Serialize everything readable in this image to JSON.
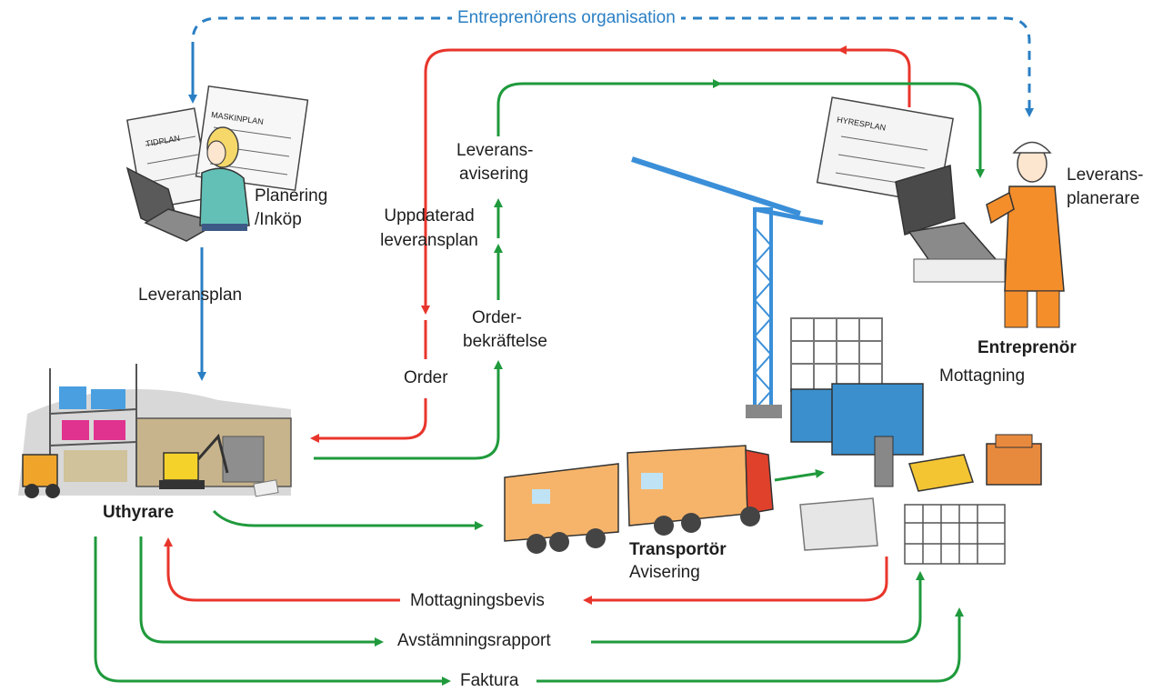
{
  "title": "Entreprenörens organisation",
  "planning": {
    "label_line1": "Planering",
    "label_line2": "/Inköp",
    "doc1": "TIDPLAN",
    "doc2": "MASKINPLAN"
  },
  "flow": {
    "leveransplan": "Leveransplan",
    "uppdaterad_line1": "Uppdaterad",
    "uppdaterad_line2": "leveransplan",
    "order": "Order",
    "leveransavisering_line1": "Leverans-",
    "leveransavisering_line2": "avisering",
    "orderbekraftelse_line1": "Order-",
    "orderbekraftelse_line2": "bekräftelse",
    "mottagningsbevis": "Mottagningsbevis",
    "avstamningsrapport": "Avstämningsrapport",
    "faktura": "Faktura"
  },
  "actors": {
    "uthyrare": "Uthyrare",
    "transportor": "Transportör",
    "transportor_sub": "Avisering",
    "entreprenor": "Entreprenör",
    "entreprenor_sub": "Mottagning",
    "leveransplanerare_line1": "Leverans-",
    "leveransplanerare_line2": "planerare",
    "hyresplan": "HYRESPLAN"
  },
  "colors": {
    "red": "#e8352b",
    "green": "#1f9a3c",
    "blue": "#2a7fc4"
  }
}
